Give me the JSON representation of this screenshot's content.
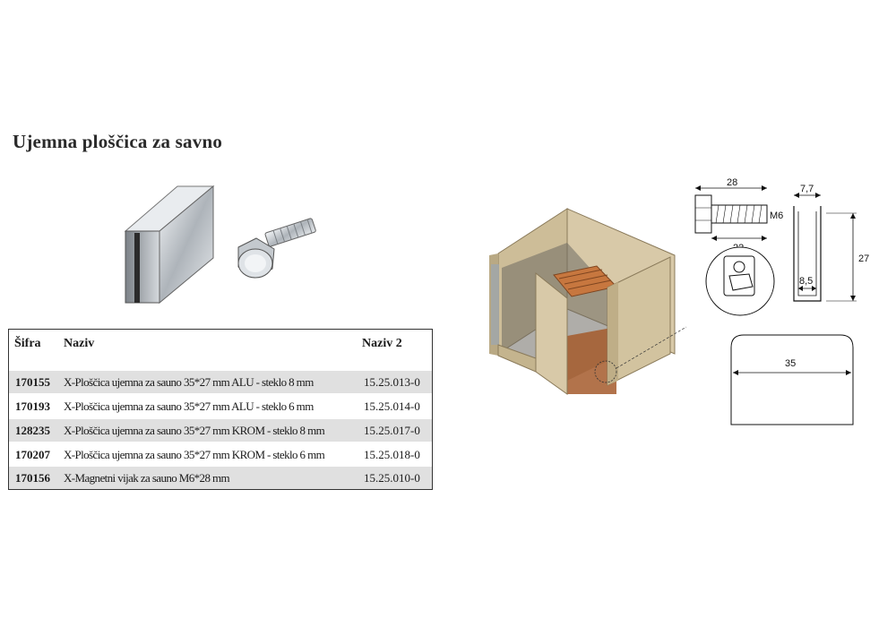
{
  "title": "Ujemna ploščica za savno",
  "table": {
    "headers": {
      "code": "Šifra",
      "name": "Naziv",
      "naziv2": "Naziv 2"
    },
    "rows": [
      {
        "code": "170155",
        "name": "X-Ploščica ujemna za sauno 35*27 mm ALU - steklo 8 mm",
        "naziv2": "15.25.013-0"
      },
      {
        "code": "170193",
        "name": "X-Ploščica ujemna za sauno 35*27 mm ALU - steklo 6 mm",
        "naziv2": "15.25.014-0"
      },
      {
        "code": "128235",
        "name": "X-Ploščica ujemna za sauno 35*27 mm KROM - steklo 8 mm",
        "naziv2": "15.25.017-0"
      },
      {
        "code": "170207",
        "name": "X-Ploščica ujemna za sauno 35*27 mm KROM - steklo 6 mm",
        "naziv2": "15.25.018-0"
      },
      {
        "code": "170156",
        "name": "X-Magnetni vijak za sauno M6*28 mm",
        "naziv2": "15.25.010-0"
      }
    ]
  },
  "dimensions": {
    "screw_length": "28",
    "screw_thread": "M6",
    "screw_shaft": "22",
    "clip_width": "7,7",
    "clip_height": "27",
    "clip_inner": "8,5",
    "plate_width": "35"
  },
  "colors": {
    "wall": "#d8c9a8",
    "wood": "#c7773f",
    "metal": "#c9cdd1",
    "row_shade": "#e0e0e0"
  }
}
